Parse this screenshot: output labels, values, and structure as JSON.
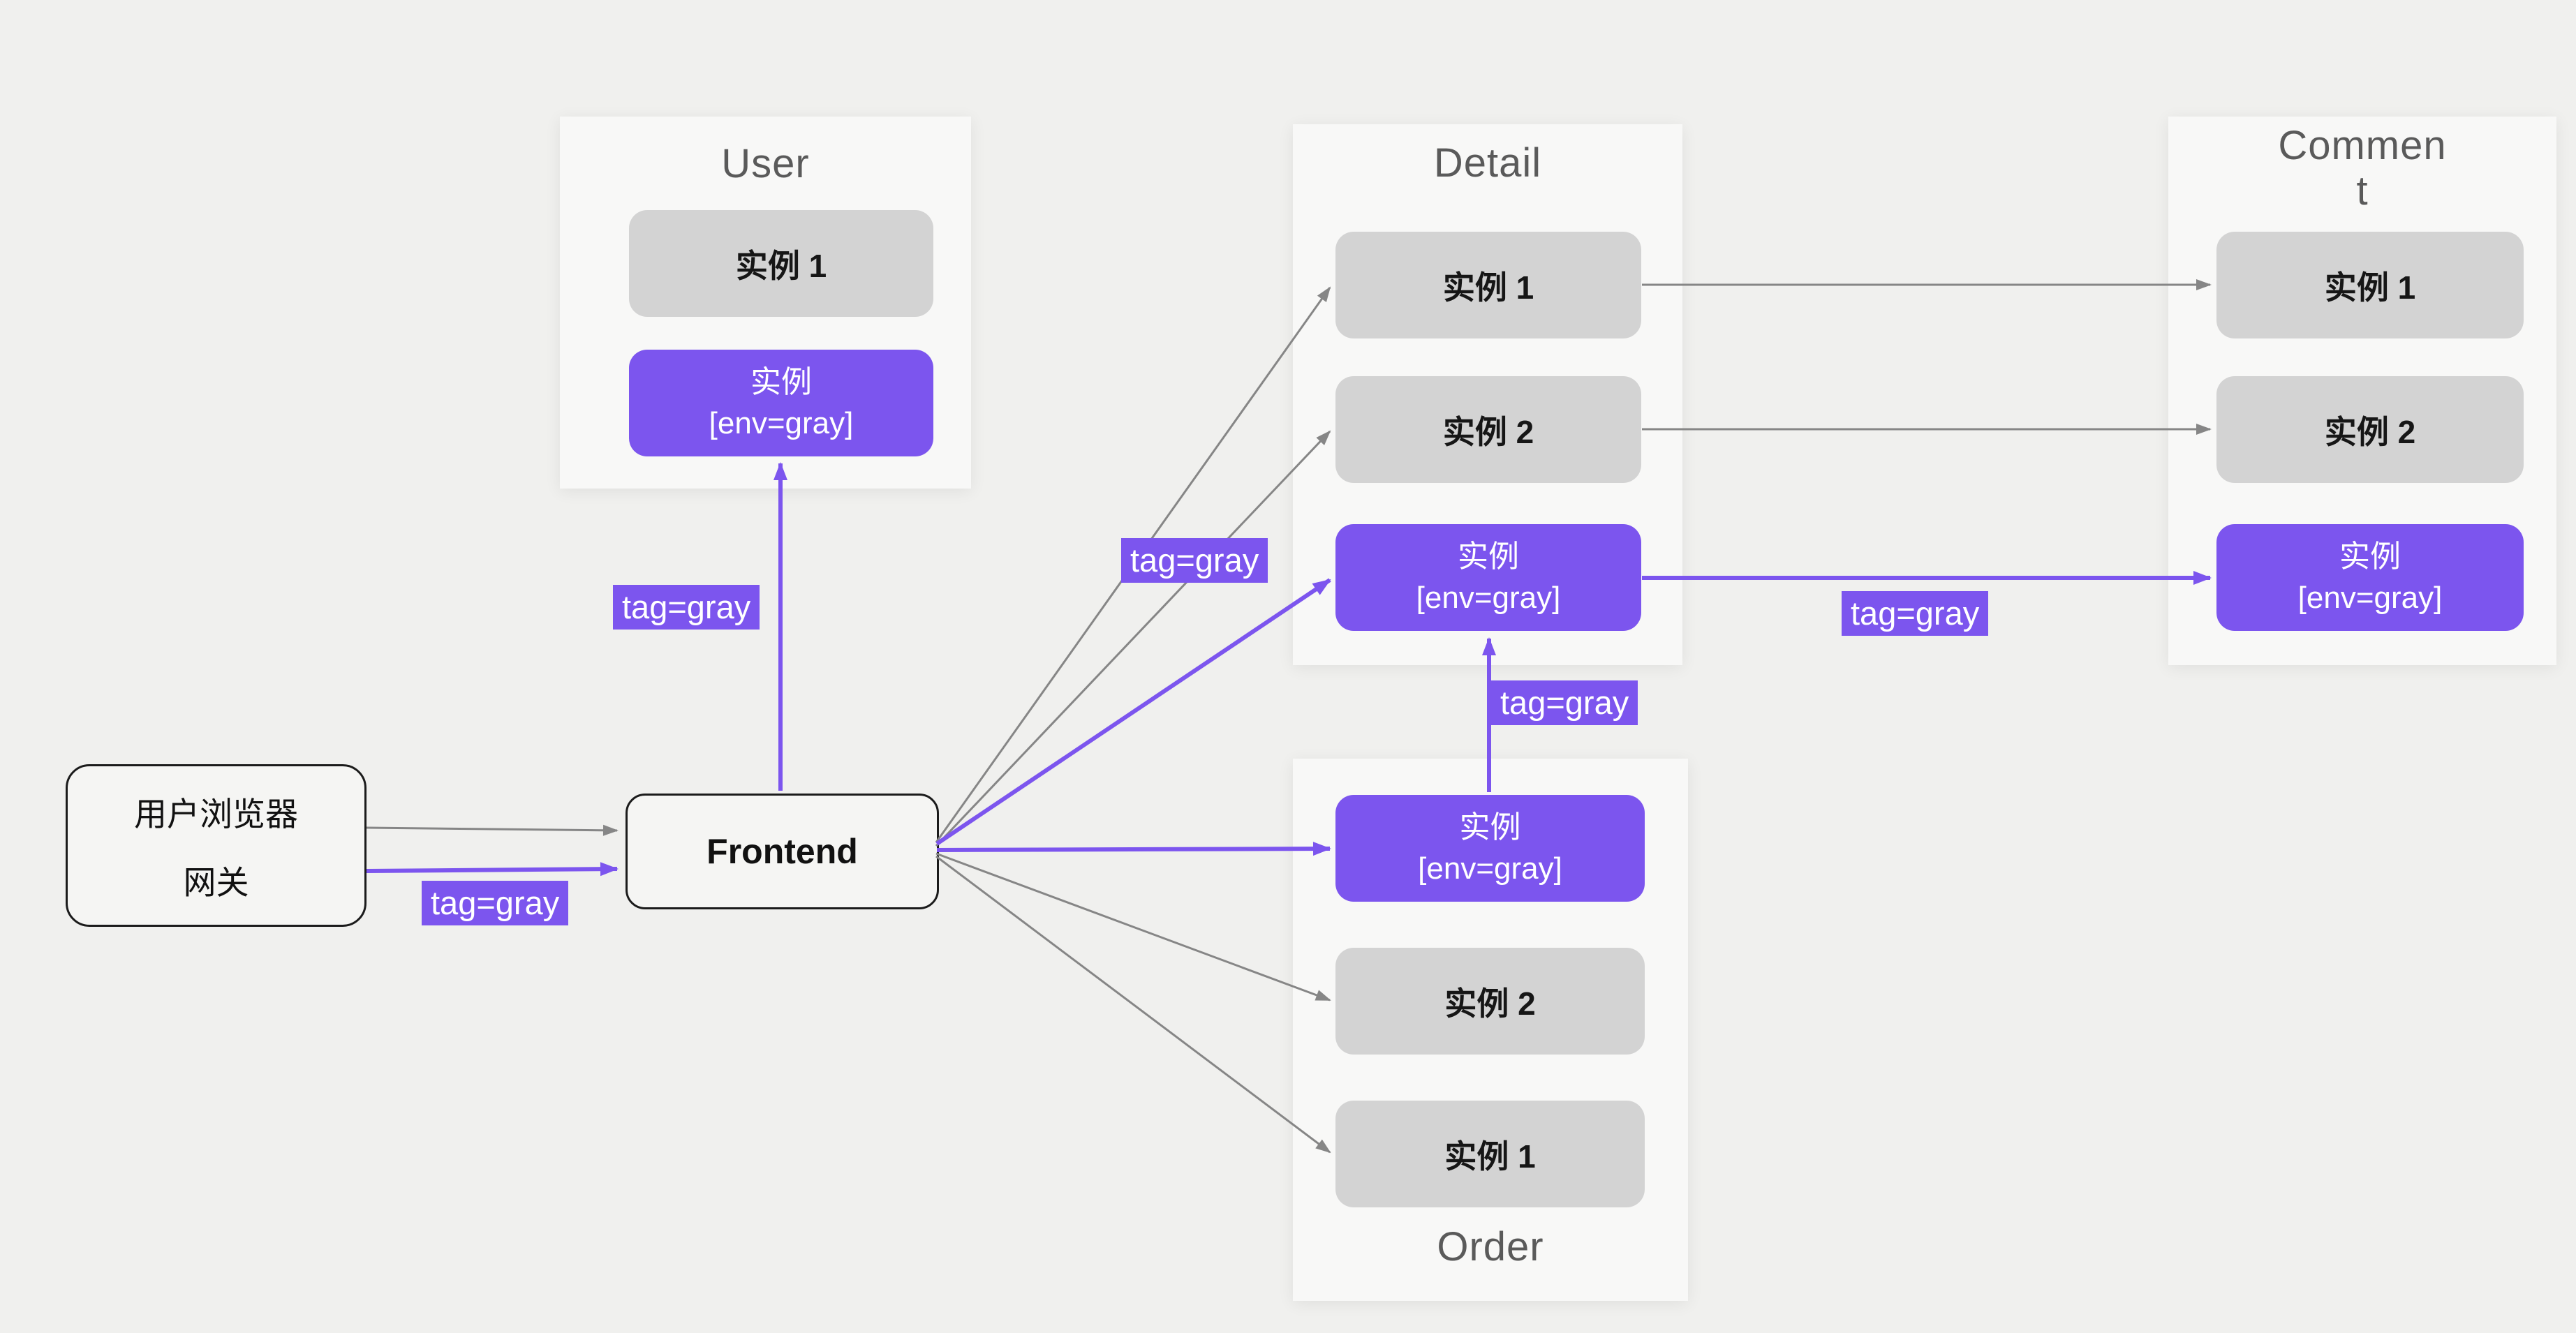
{
  "diagram": {
    "kind": "gray-release-traffic-routing",
    "background_color": "#f0f0ee",
    "accent_purple": "#7c55ee",
    "instance_gray": "#d3d3d3",
    "arrow_gray": "#868686",
    "tag_text": "tag=gray"
  },
  "nodes": {
    "browser_gateway": {
      "line1": "用户浏览器",
      "line2": "网关"
    },
    "frontend": {
      "label": "Frontend"
    }
  },
  "groups": {
    "user": {
      "title": "User",
      "instance_1": "实例 1",
      "gray_instance": {
        "line1": "实例",
        "line2": "[env=gray]"
      }
    },
    "detail": {
      "title": "Detail",
      "instance_1": "实例 1",
      "instance_2": "实例 2",
      "gray_instance": {
        "line1": "实例",
        "line2": "[env=gray]"
      }
    },
    "comment": {
      "title": "Comment",
      "instance_1": "实例 1",
      "instance_2": "实例 2",
      "gray_instance": {
        "line1": "实例",
        "line2": "[env=gray]"
      }
    },
    "order": {
      "title": "Order",
      "instance_1": "实例 1",
      "instance_2": "实例 2",
      "gray_instance": {
        "line1": "实例",
        "line2": "[env=gray]"
      }
    }
  },
  "edges": [
    {
      "from": "browser-gateway",
      "to": "frontend",
      "kind": "normal"
    },
    {
      "from": "browser-gateway",
      "to": "frontend",
      "kind": "gray-traffic",
      "label": "tag=gray"
    },
    {
      "from": "frontend",
      "to": "user-gray-instance",
      "kind": "gray-traffic",
      "label": "tag=gray"
    },
    {
      "from": "frontend",
      "to": "detail-instance-1",
      "kind": "normal"
    },
    {
      "from": "frontend",
      "to": "detail-instance-2",
      "kind": "normal"
    },
    {
      "from": "frontend",
      "to": "detail-gray-instance",
      "kind": "gray-traffic",
      "label": "tag=gray"
    },
    {
      "from": "frontend",
      "to": "order-gray-instance",
      "kind": "gray-traffic"
    },
    {
      "from": "frontend",
      "to": "order-instance-2",
      "kind": "normal"
    },
    {
      "from": "frontend",
      "to": "order-instance-1",
      "kind": "normal"
    },
    {
      "from": "detail-instance-1",
      "to": "comment-instance-1",
      "kind": "normal"
    },
    {
      "from": "detail-instance-2",
      "to": "comment-instance-2",
      "kind": "normal"
    },
    {
      "from": "detail-gray-instance",
      "to": "comment-gray-instance",
      "kind": "gray-traffic",
      "label": "tag=gray"
    },
    {
      "from": "order-gray-instance",
      "to": "detail-gray-instance",
      "kind": "gray-traffic",
      "label": "tag=gray"
    }
  ]
}
